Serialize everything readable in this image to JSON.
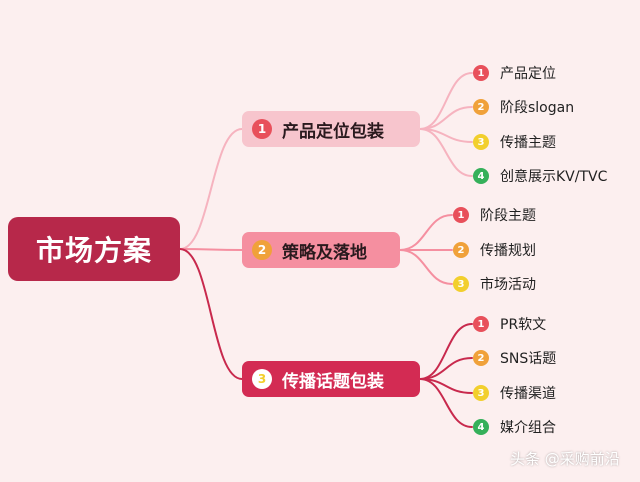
{
  "colors": {
    "root": "#b7284a",
    "branch1": "#f7c5cd",
    "branch2": "#f58fa0",
    "branch3": "#d32b53",
    "badge_red": "#e8505b",
    "badge_orange": "#f0a13a",
    "badge_yellow": "#f2cf2d",
    "badge_green": "#35b05a"
  },
  "root": {
    "label": "市场方案"
  },
  "branches": [
    {
      "num": "1",
      "label": "产品定位包装",
      "leaves": [
        {
          "num": "1",
          "label": "产品定位"
        },
        {
          "num": "2",
          "label": "阶段slogan"
        },
        {
          "num": "3",
          "label": "传播主题"
        },
        {
          "num": "4",
          "label": "创意展示KV/TVC"
        }
      ]
    },
    {
      "num": "2",
      "label": "策略及落地",
      "leaves": [
        {
          "num": "1",
          "label": "阶段主题"
        },
        {
          "num": "2",
          "label": "传播规划"
        },
        {
          "num": "3",
          "label": "市场活动"
        }
      ]
    },
    {
      "num": "3",
      "label": "传播话题包装",
      "leaves": [
        {
          "num": "1",
          "label": "PR软文"
        },
        {
          "num": "2",
          "label": "SNS话题"
        },
        {
          "num": "3",
          "label": "传播渠道"
        },
        {
          "num": "4",
          "label": "媒介组合"
        }
      ]
    }
  ],
  "watermark": "头条 @采购前沿"
}
